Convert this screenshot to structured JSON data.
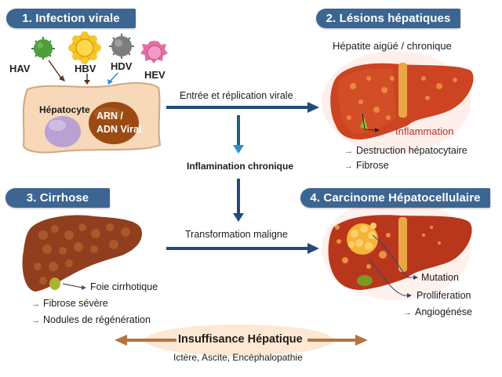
{
  "sections": {
    "s1": {
      "title": "1. Infection virale",
      "viruses": [
        {
          "name": "HAV",
          "color": "#4c9a3a"
        },
        {
          "name": "HBV",
          "color": "#f5c21b"
        },
        {
          "name": "HDV",
          "color": "#8a8a8a"
        },
        {
          "name": "HEV",
          "color": "#e373a6"
        }
      ],
      "cell_label": "Hépatocyte",
      "viral_label_line1": "ARN /",
      "viral_label_line2": "ADN Viral"
    },
    "s2": {
      "title": "2. Lésions hépatiques",
      "subtitle": "Hépatite aigüé / chronique",
      "callout": "Inflammation",
      "bullets": [
        "Destruction hépatocytaire",
        "Fibrose"
      ]
    },
    "s3": {
      "title": "3. Cirrhose",
      "callout": "Foie cirrhotique",
      "bullets": [
        "Fibrose sévère",
        "Nodules de régénération"
      ]
    },
    "s4": {
      "title": "4. Carcinome Hépatocellulaire",
      "callouts": [
        "Mutation",
        "Prolliferation"
      ],
      "bullets": [
        "Angiogénése"
      ]
    }
  },
  "flow": {
    "entry": "Entrée et réplication virale",
    "inflammation": "Inflamination chronique",
    "transformation": "Transformation maligne"
  },
  "footer": {
    "title": "Insuffisance Hépatique",
    "subtitle": "Ictère, Ascite, Encéphalopathie"
  },
  "colors": {
    "banner": "#3d6591",
    "arrow": "#244a78",
    "inflammation_text": "#b5322a",
    "liver": "#c9431f",
    "cirrhosis": "#8c3d1f",
    "footer_arrow": "#b5733f"
  }
}
